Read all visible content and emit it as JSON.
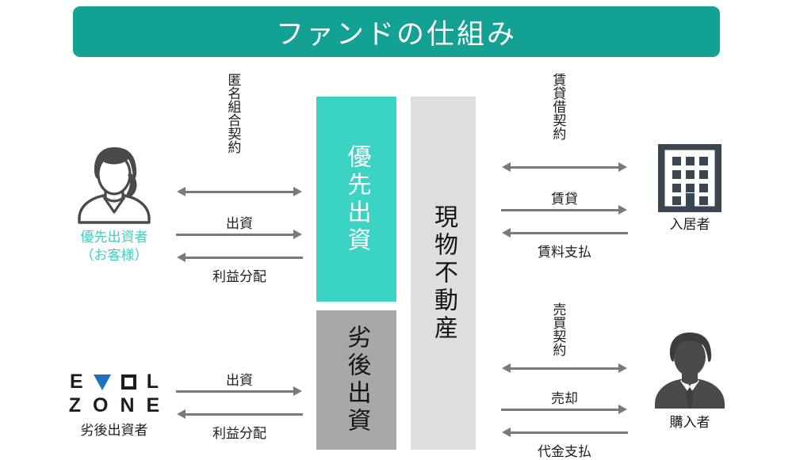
{
  "header": {
    "title": "ファンドの仕組み",
    "banner_color": "#12a193",
    "title_color": "#ffffff"
  },
  "center_boxes": {
    "senior_investment": {
      "label": "優先出資",
      "color": "#3ad3c4",
      "text_color": "#ffffff"
    },
    "subordinate_investment": {
      "label": "劣後出資",
      "color": "#a8a8a8",
      "text_color": "#141414"
    },
    "real_property": {
      "label": "現物不動産",
      "color": "#dedede",
      "text_color": "#141414"
    }
  },
  "actors": {
    "senior_investor": {
      "icon": "woman-avatar-icon",
      "label_line1": "優先出資者",
      "label_line2": "（お客様）",
      "label_color": "#3ecfc0"
    },
    "subordinate_investor": {
      "icon": "evolzone-logo",
      "logo_line1": [
        "E",
        "V",
        "O",
        "L"
      ],
      "logo_line2": [
        "Z",
        "O",
        "N",
        "E"
      ],
      "label": "劣後出資者",
      "logo_accent_color": "#1f6fc4",
      "logo_text_color": "#1b1b26"
    },
    "tenant": {
      "icon": "building-icon",
      "label": "入居者",
      "icon_color": "#3a4650"
    },
    "buyer": {
      "icon": "businessman-icon",
      "label": "購入者",
      "icon_color": "#4a4a4a"
    }
  },
  "flows": {
    "left_top": {
      "contract": "匿名組合契約",
      "outbound": "出資",
      "inbound": "利益分配"
    },
    "left_bottom": {
      "outbound": "出資",
      "inbound": "利益分配"
    },
    "right_top": {
      "contract": "賃貸借契約",
      "outbound": "賃貸",
      "inbound": "賃料支払"
    },
    "right_bottom": {
      "contract": "売買契約",
      "outbound": "売却",
      "inbound": "代金支払"
    }
  },
  "palette": {
    "arrow": "#7a7a7a",
    "text": "#1d1d1d",
    "background": "#ffffff"
  }
}
